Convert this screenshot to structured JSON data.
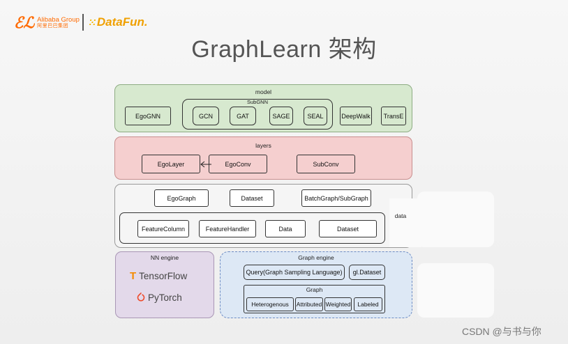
{
  "header": {
    "alibaba_mark": "ℰℒ",
    "alibaba_en": "Alibaba Group",
    "alibaba_cn": "阿里巴巴集团",
    "datafun_mark": "⁙",
    "datafun_text": "DataFun.",
    "title": "GraphLearn 架构"
  },
  "model": {
    "label": "model",
    "subgnn_label": "SubGNN",
    "items": [
      "EgoGNN",
      "GCN",
      "GAT",
      "SAGE",
      "SEAL",
      "DeepWalk",
      "TransE"
    ]
  },
  "layers": {
    "label": "layers",
    "items": [
      "EgoLayer",
      "EgoConv",
      "SubConv"
    ]
  },
  "data": {
    "label": "data",
    "row1": [
      "EgoGraph",
      "Dataset",
      "BatchGraph/SubGraph"
    ],
    "row2": [
      "FeatureColumn",
      "FeatureHandler",
      "Data",
      "Dataset"
    ]
  },
  "nn_engine": {
    "label": "NN engine",
    "tensorflow": "TensorFlow",
    "pytorch": "PyTorch"
  },
  "graph_engine": {
    "label": "Graph engine",
    "query": "Query(Graph Sampling Language)",
    "gl_dataset": "gl.Dataset",
    "graph_label": "Graph",
    "graph_items": [
      "Heterogenous",
      "Attributed",
      "Weighted",
      "Labeled"
    ]
  },
  "watermark": "CSDN @与书与你",
  "colors": {
    "model_bg": "#d7e9cf",
    "layers_bg": "#f5cfcf",
    "nn_bg": "#e3d9ea",
    "graph_engine_bg": "#dde8f5",
    "accent_orange": "#ff6a00"
  }
}
